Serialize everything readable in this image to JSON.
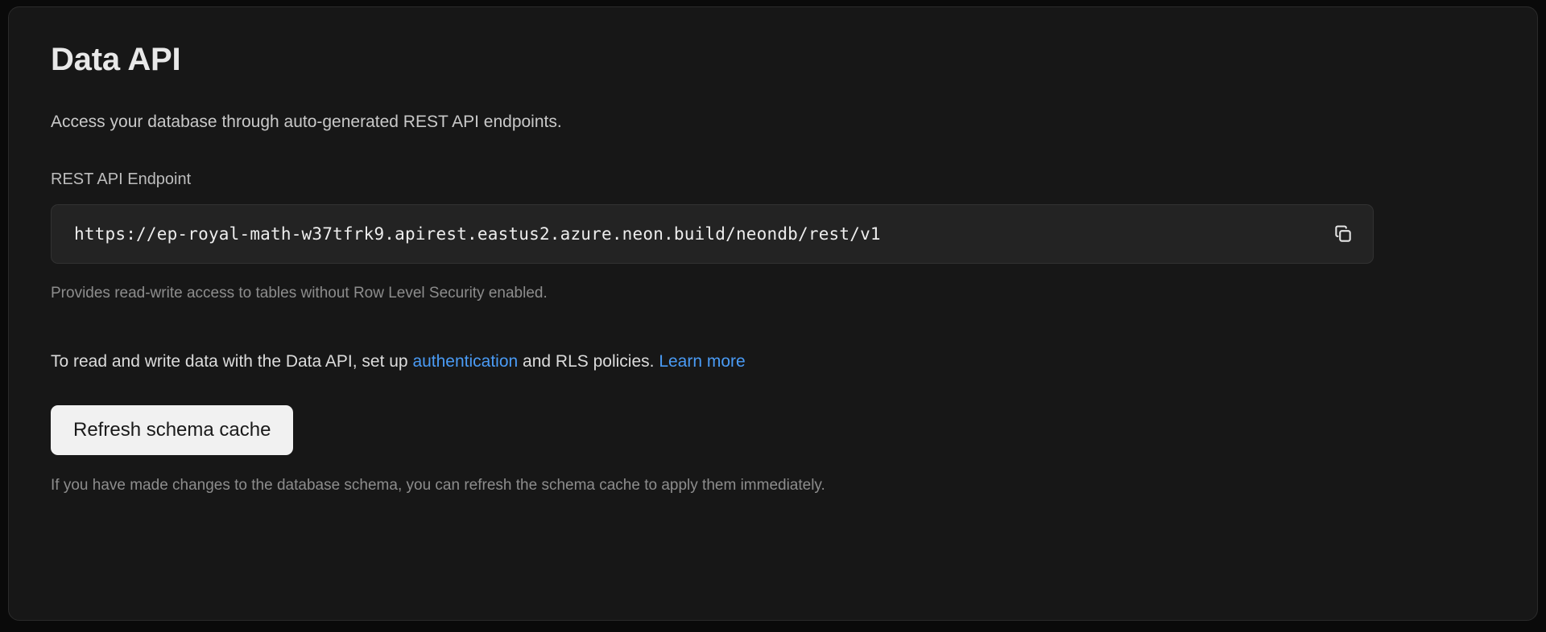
{
  "card": {
    "title": "Data API",
    "description": "Access your database through auto-generated REST API endpoints.",
    "endpoint": {
      "label": "REST API Endpoint",
      "value": "https://ep-royal-math-w37tfrk9.apirest.eastus2.azure.neon.build/neondb/rest/v1",
      "placeholder": "https://",
      "copy_icon": "copy-icon",
      "hint": "Provides read-write access to tables without Row Level Security enabled."
    },
    "sentence": {
      "prefix": "To read and write data with the Data API, set up ",
      "link_auth": "authentication",
      "middle": " and RLS policies. ",
      "link_learn": "Learn more"
    },
    "refresh_button": "Refresh schema cache",
    "footnote": "If you have made changes to the database schema, you can refresh the schema cache to apply them immediately."
  },
  "colors": {
    "page_bg": "#0a0a0a",
    "card_bg": "#171717",
    "card_border": "#2b2b2b",
    "input_bg": "#232323",
    "link": "#4a9bf5",
    "button_bg": "#f1f1f1",
    "button_text": "#1a1a1a"
  }
}
